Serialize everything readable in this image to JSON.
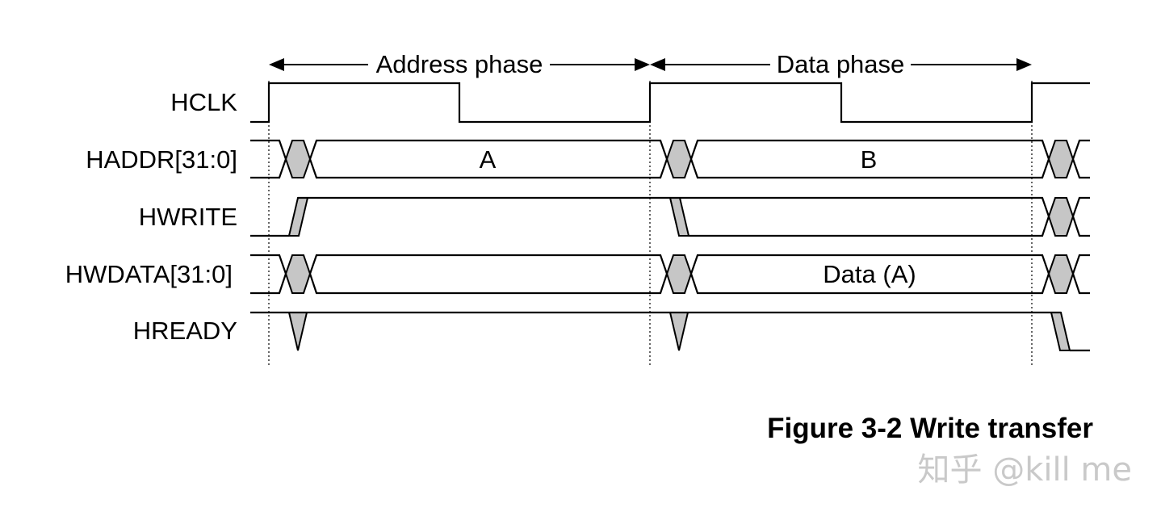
{
  "figure": {
    "caption": "Figure 3-2 Write transfer",
    "phases": {
      "address": "Address phase",
      "data": "Data phase"
    },
    "signals": {
      "hclk": "HCLK",
      "haddr": "HADDR[31:0]",
      "hwrite": "HWRITE",
      "hwdata": "HWDATA[31:0]",
      "hready": "HREADY"
    },
    "values": {
      "haddr_a": "A",
      "haddr_b": "B",
      "hwdata_a": "Data (A)"
    }
  },
  "watermark": "知乎 @kill me",
  "colors": {
    "transition_fill": "#c6c6c6",
    "line": "#000000",
    "watermark": "#c9c9c9"
  }
}
